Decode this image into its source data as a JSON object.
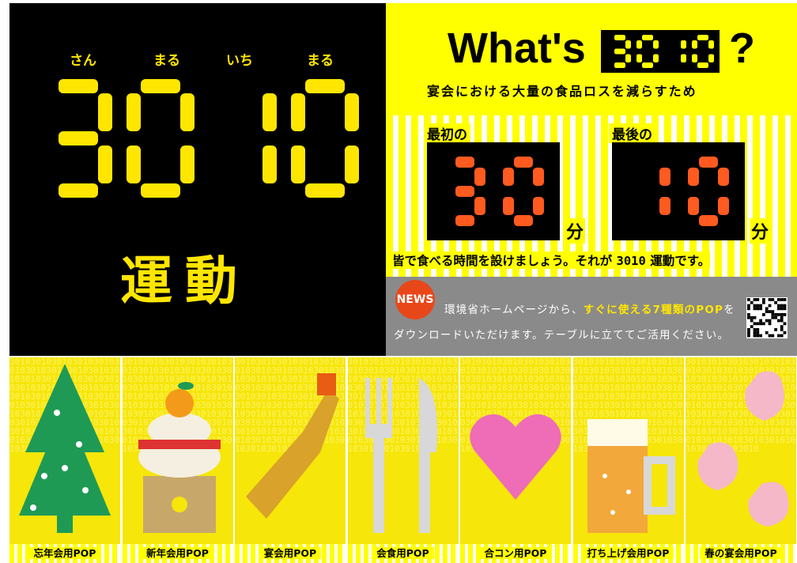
{
  "left_panel": {
    "ruby": [
      "さん",
      "まる",
      "いち",
      "まる"
    ],
    "big_number": "3010",
    "undo": "運動"
  },
  "right_panel": {
    "whats_prefix": "What's",
    "whats_number": "3010",
    "whats_suffix": "?",
    "subtitle": "宴会における大量の食品ロスを減らすため",
    "first": {
      "label": "最初の",
      "number": "30",
      "unit": "分"
    },
    "last": {
      "label": "最後の",
      "number": "10",
      "unit": "分"
    },
    "caption_before": "皆で食べる時間を設けましょう。それが",
    "caption_number": "3010",
    "caption_after": "運動です。"
  },
  "news": {
    "badge": "NEWS",
    "line1_before": "環境省ホームページから、",
    "line1_highlight": "すぐに使える7種類のPOP",
    "line1_after": "を",
    "line2": "ダウンロードいただけます。テーブルに立ててご活用ください。"
  },
  "cards": [
    {
      "label": "忘年会用POP",
      "icon": "christmas-tree-icon"
    },
    {
      "label": "新年会用POP",
      "icon": "kagami-mochi-icon"
    },
    {
      "label": "宴会用POP",
      "icon": "fried-shrimp-icon"
    },
    {
      "label": "会食用POP",
      "icon": "fork-knife-icon"
    },
    {
      "label": "合コン用POP",
      "icon": "heart-icon"
    },
    {
      "label": "打ち上げ会用POP",
      "icon": "beer-mug-icon"
    },
    {
      "label": "春の宴会用POP",
      "icon": "cherry-petals-icon"
    }
  ],
  "colors": {
    "yellow": "#ffff00",
    "black": "#000000",
    "orange_digits": "#ff5a1f",
    "news_gray": "#8a8a8a",
    "news_badge": "#e8471a"
  }
}
